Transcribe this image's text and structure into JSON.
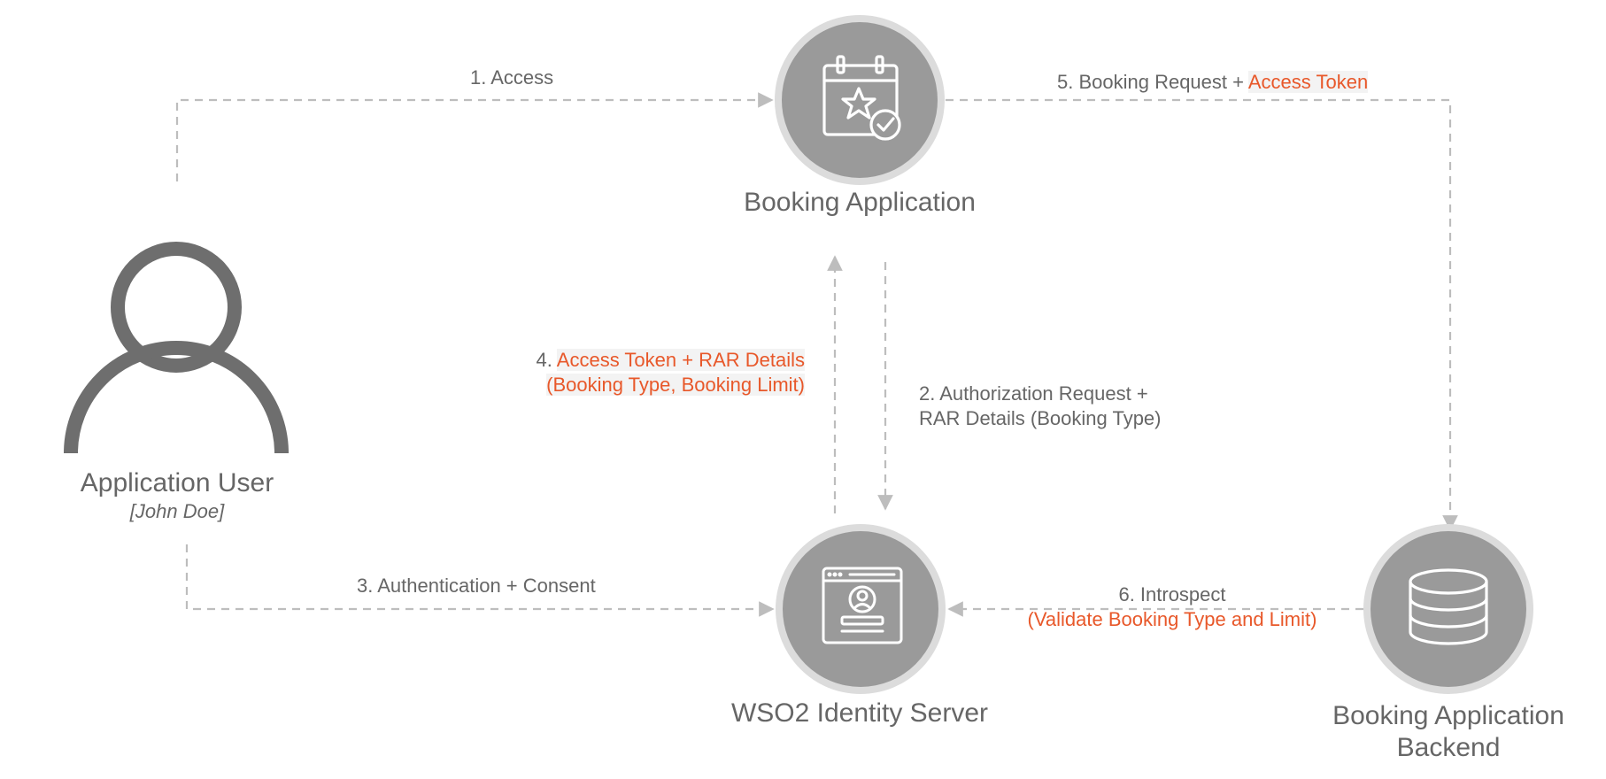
{
  "colors": {
    "node_fill": "#9a9a9a",
    "node_ring": "#dcdcdc",
    "user_icon": "#6e6e6e",
    "arrow": "#bdbdbd",
    "text": "#666666",
    "accent": "#e8582a"
  },
  "nodes": {
    "booking_app": {
      "label": "Booking Application",
      "icon": "calendar-star-check-icon"
    },
    "identity_server": {
      "label": "WSO2 Identity Server",
      "icon": "login-window-icon"
    },
    "backend": {
      "label_line1": "Booking Application",
      "label_line2": "Backend",
      "icon": "database-icon"
    },
    "user": {
      "label": "Application User",
      "sublabel": "[John Doe]",
      "icon": "user-icon"
    }
  },
  "flows": {
    "step1": {
      "text": "1. Access"
    },
    "step2": {
      "line1": "2. Authorization Request +",
      "line2": "RAR Details (Booking Type)"
    },
    "step3": {
      "text": "3. Authentication + Consent"
    },
    "step4": {
      "prefix": "4. ",
      "line1": "Access Token + RAR Details",
      "line2": "(Booking Type, Booking Limit)"
    },
    "step5": {
      "prefix": "5. Booking Request + ",
      "highlight": "Access Token"
    },
    "step6": {
      "line1": "6. Introspect",
      "line2": "(Validate Booking Type and Limit)"
    }
  }
}
